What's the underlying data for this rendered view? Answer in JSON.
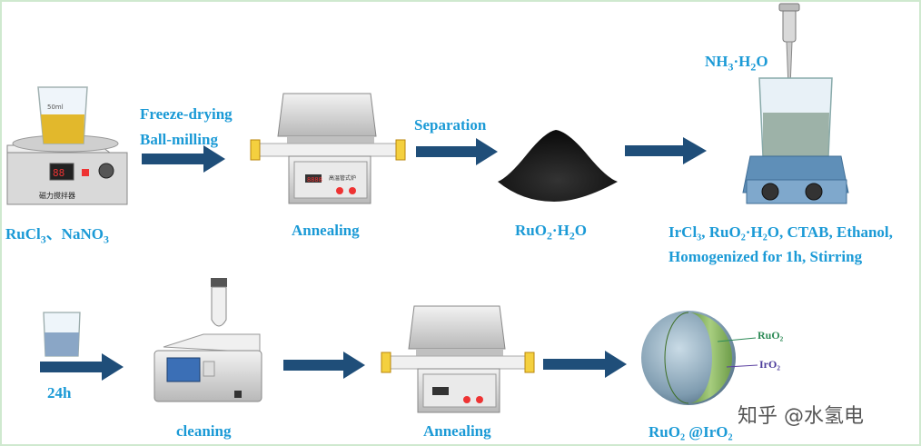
{
  "labels": {
    "ru_cl": "RuCl",
    "ru_cl_sub": "3",
    "ru_sep": "、NaNO",
    "na_sub": "3",
    "freeze_drying": "Freeze-drying",
    "ball_milling": "Ball-milling",
    "annealing_1": "Annealing",
    "separation": "Separation",
    "ruo2_h2o_a": "RuO",
    "ruo2_sub": "2",
    "ruo2_h2o_b": "·H",
    "h2o_sub": "2",
    "ruo2_h2o_c": "O",
    "nh3_a": "NH",
    "nh3_sub": "3",
    "nh3_b": "·H",
    "nh3_sub2": "2",
    "nh3_c": "O",
    "mix_line1": "IrCl₃, RuO₂·H₂O, CTAB, Ethanol,",
    "mix_line2": "Homogenized for 1h, Stirring",
    "time_24h": "24h",
    "cleaning": "cleaning",
    "annealing_2": "Annealing",
    "product": "RuO₂ @IrO₂",
    "sphere_ruo2": "RuO₂",
    "sphere_iro2": "IrO₂",
    "beaker_mark": "50ml",
    "stirrer_label": "磁力搅拌器",
    "furnace_label": "高温管式炉",
    "furnace_display": "8888",
    "watermark": "知乎 @水氢电"
  },
  "colors": {
    "arrow": "#1f4e79",
    "label": "#1b9ad6",
    "liquid_yellow": "#e2b82c",
    "liquid_blue": "#8aa6c6"
  }
}
